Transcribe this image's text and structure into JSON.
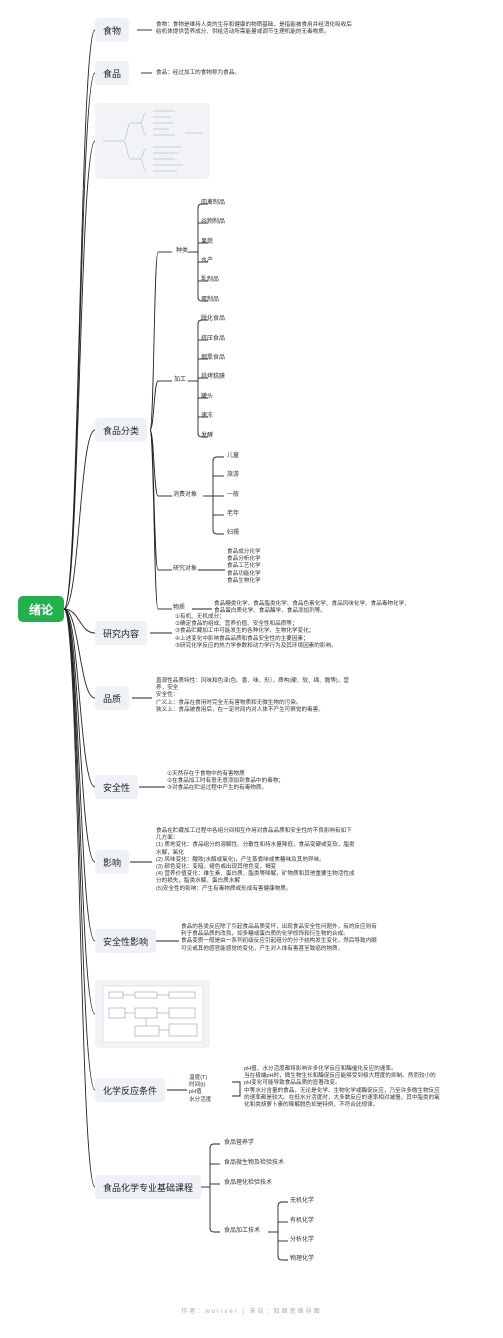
{
  "root": "绪论",
  "topics": [
    {
      "id": "food",
      "label": "食物",
      "note": [
        "食物：食物是维持人类的生存和健康的物质基础，是指能被食用并经消化吸收后",
        "给机体提供营养成分、供给活动所需能量或调节生理机能的无毒物质。"
      ]
    },
    {
      "id": "foodstuff",
      "label": "食品",
      "note": [
        "食品：经过加工的食物称为食品。"
      ]
    },
    {
      "id": "classify",
      "label": "食品分类"
    },
    {
      "id": "research",
      "label": "研究内容",
      "note": [
        "①有机、无机成分；",
        "②确定食品的组成、营养价值、安全性和品质等；",
        "③食品贮藏加工中可能发生的各种化学、生物化学变化；",
        "④上述变化中影响食品品质和食品安全性的主要因素；",
        "⑤研究化学反应的热力学参数和动力学行为及其环境因素的影响。"
      ]
    },
    {
      "id": "quality",
      "label": "品质",
      "note": [
        "直观性品质特性：风味和色泽(色、香、味、形），质构(硬、软、绵、脆等)，营",
        "养，安全",
        "安全性：",
        "广义上：食品在食用时完全无有害物质和无微生物的污染。",
        "狭义上：食品被食用后，在一定时间内对人体不产生可察觉的毒害。"
      ]
    },
    {
      "id": "safety",
      "label": "安全性",
      "note": [
        "①天然存在于食物中的有害物质",
        "②在食品加工时有意无意添加到食品中的毒物；",
        "③对食品在贮运过程中产生的有毒物质。"
      ]
    },
    {
      "id": "impact",
      "label": "影响",
      "note": [
        "食品在贮藏加工过程中各组分间相互作用对食品品质和安全性的不良影响有如下",
        "几方面：",
        "(1) 质地变化：食品组分的溶解性、分散性和持水量降低，食品变硬或变软，脂类",
        "水解，氧化",
        "(2) 风味变化：酸败(水解或氧化)，产生蒸煮味或焦糖味及其他异味。",
        "(3) 颜色变化：变暗，褪色或出现其他色变，褐变",
        "(4) 营养价值变化：维生素、蛋白质、脂类等降解，矿物质和其他重要生物活性成",
        "分的损失，脂类水解，蛋白质水解",
        "(5)安全性的影响：产生有毒物质或形成有害健康物质。"
      ]
    },
    {
      "id": "safetyimpact",
      "label": "安全性影响",
      "note": [
        "食品的各类反应除了引起食品品质变坏，出现食品安全性问题外，有的反应则有",
        "利于食品品质的改良，如多糖或蛋白质的化学修饰和衍生物的合成。",
        "食品变质一般是由一系列初级反应引起组分的分子结构发生变化，然后导致内眼",
        "可见或其他感官能感觉的变化，产生对人体有害甚至致癌的物质。"
      ]
    },
    {
      "id": "conditions",
      "label": "化学反应条件"
    },
    {
      "id": "course",
      "label": "食品化学专业基础课程"
    }
  ],
  "classify": {
    "groups": [
      {
        "label": "种类",
        "items": [
          "肉禽制品",
          "谷物制品",
          "果蔬",
          "水产",
          "乳制品",
          "蛋制品"
        ]
      },
      {
        "label": "加工",
        "items": [
          "脱化食品",
          "挤压食品",
          "烟熏食品",
          "焙烤糕膜",
          "罐头",
          "速冻",
          "发酵"
        ]
      },
      {
        "label": "消费对象",
        "items": [
          "儿童",
          "旅游",
          "一般",
          "老年",
          "妇孺"
        ]
      },
      {
        "label": "研究对象",
        "items": [
          "食品成分化学",
          "食品分析化学",
          "食品工艺化学",
          "食品功能化学",
          "食品生物化学"
        ]
      },
      {
        "label": "物质",
        "items": [
          "食品糖类化学、食品脂类化学、食品色素化学、食品风味化学、食品毒物化学、",
          "食品蛋白质化学、食品酶学、食品添加剂等。"
        ]
      }
    ]
  },
  "conditions": {
    "items": [
      "温度(T)",
      "时间(t)",
      "pH值",
      "水分活度"
    ],
    "note": [
      "pH值、水分活度都将影响许多化学反应和酶催化反应的速率。",
      "当在极端pH时，微生物生长和酶促反应能够受到极大程度的抑制。然而较小的",
      "pH变化可能导致食品品质的显著改变。",
      "中等水分含量的食品，无论是化学、生物化学或酶促反应，乃至许多微生物反应",
      "的速率都是较大。在低水分活度时，大多数反应的速率相对减慢，其中脂类的氧",
      "化和类胡萝卜素的降解脱色却是特例，不符合此规律。"
    ]
  },
  "course": {
    "items": [
      "食品营养学",
      "食品微生物及检验技术",
      "食品理化检验技术",
      "食品加工技术"
    ],
    "subitems": [
      "无机化学",
      "有机化学",
      "分析化学",
      "物理化学"
    ]
  },
  "footer": "作者：wnriver | 来自：知犀思维导图",
  "colors": {
    "root": "#22b14c",
    "line": "#222222",
    "topic_bg": "#eef1f5"
  }
}
